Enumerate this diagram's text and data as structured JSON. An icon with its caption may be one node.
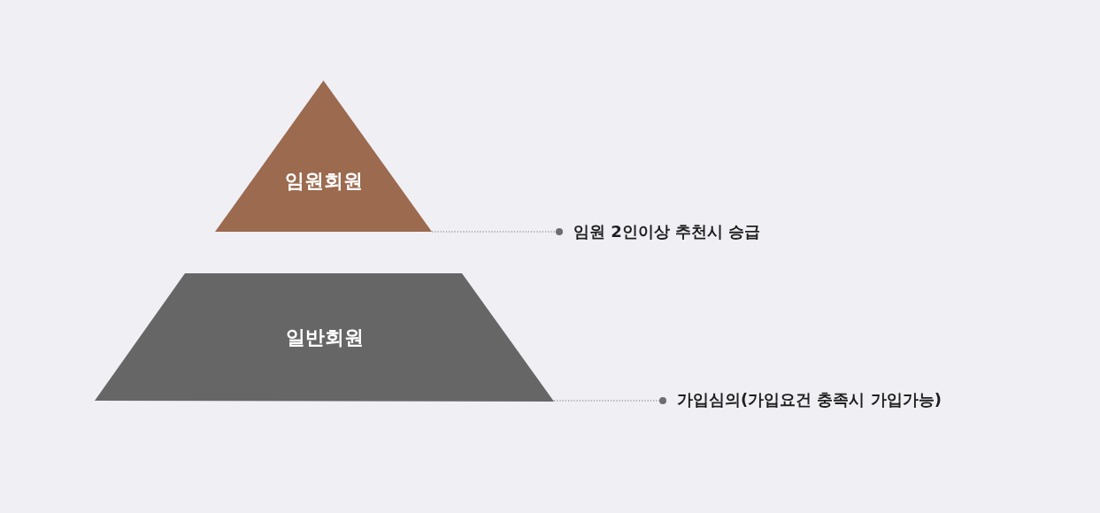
{
  "diagram": {
    "nodes": [
      {
        "text": [
          "임원회원"
        ]
      },
      {
        "text": [
          "일반회원"
        ]
      },
      {
        "text": [
          "임원 2인이상 추천시 승급"
        ]
      },
      {
        "text": [
          "가입심의(가입요건 충족시 가입가능)"
        ]
      }
    ],
    "edges": [
      {
        "from": 0,
        "to": 2,
        "arrow": "other",
        "style": "dashed"
      },
      {
        "from": 1,
        "to": 3,
        "arrow": "other",
        "style": "dashed"
      }
    ]
  }
}
